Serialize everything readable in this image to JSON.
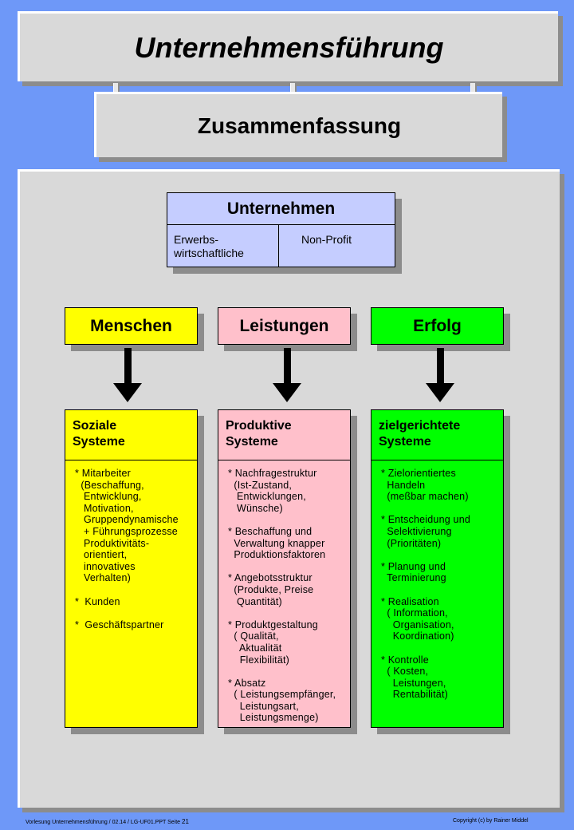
{
  "title": "Unternehmensführung",
  "subtitle": "Zusammenfassung",
  "unternehmen": {
    "head": "Unternehmen",
    "left": "Erwerbs-\nwirtschaftliche",
    "right": "Non-Profit"
  },
  "columns": [
    {
      "category": "Menschen",
      "head": "Soziale\nSysteme",
      "color": "#ffff00",
      "body": "* Mitarbeiter\n  (Beschaffung,\n   Entwicklung,\n   Motivation,\n   Gruppendynamische\n   + Führungsprozesse\n   Produktivitäts-\n   orientiert,\n   innovatives\n   Verhalten)\n\n*  Kunden\n\n*  Geschäftspartner"
    },
    {
      "category": "Leistungen",
      "head": "Produktive\nSysteme",
      "color": "#ffc0cb",
      "body": "* Nachfragestruktur\n  (Ist-Zustand,\n   Entwicklungen,\n   Wünsche)\n\n* Beschaffung und\n  Verwaltung knapper\n  Produktionsfaktoren\n\n* Angebotsstruktur\n  (Produkte, Preise\n   Quantität)\n\n* Produktgestaltung\n  ( Qualität,\n    Aktualität\n    Flexibilität)\n\n* Absatz\n  ( Leistungsempfänger,\n    Leistungsart,\n    Leistungsmenge)"
    },
    {
      "category": "Erfolg",
      "head": "zielgerichtete\nSysteme",
      "color": "#00ff00",
      "body": "* Zielorientiertes\n  Handeln\n  (meßbar machen)\n\n* Entscheidung und\n  Selektivierung\n  (Prioritäten)\n\n* Planung und\n  Terminierung\n\n* Realisation\n  ( Information,\n    Organisation,\n    Koordination)\n\n* Kontrolle\n  ( Kosten,\n    Leistungen,\n    Rentabilität)"
    }
  ],
  "footer": {
    "left": "Vorlesung Unternehmensführung   / 02.14  / LG-UF01.PPT  Seite",
    "page": "21",
    "right": "Copyright  (c) by Rainer  Middel"
  }
}
